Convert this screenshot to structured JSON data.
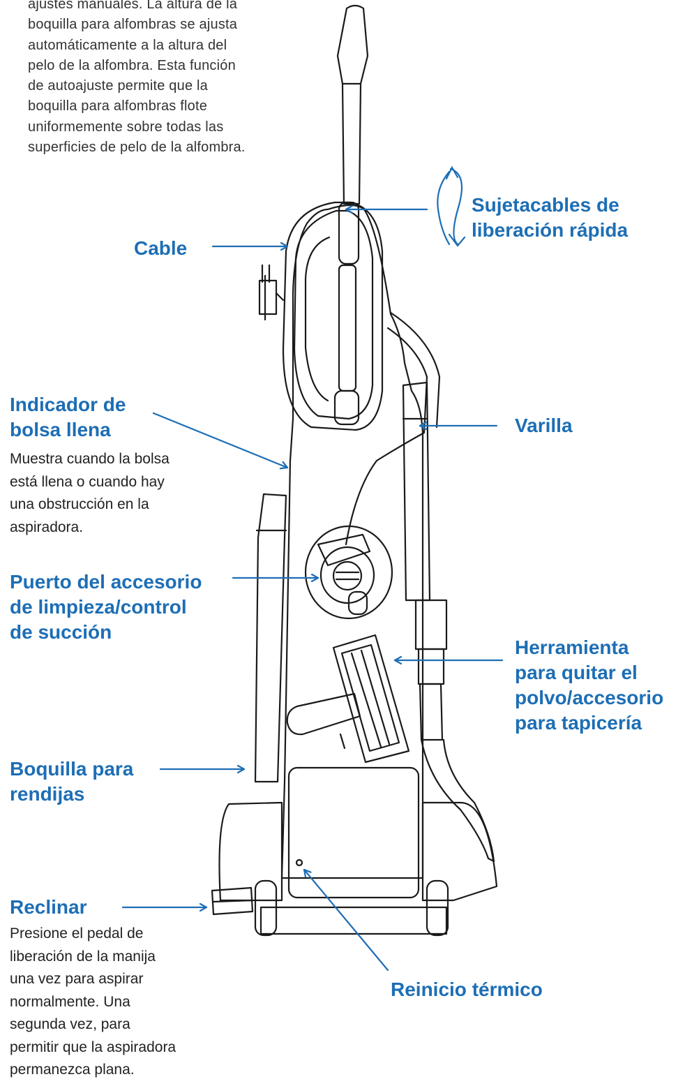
{
  "intro": {
    "lines": [
      "ajustes manuales. La altura de la",
      "boquilla para alfombras se ajusta",
      "automáticamente a la altura del",
      "pelo de la alfombra. Esta función",
      "de autoajuste permite que la",
      "boquilla para alfombras flote",
      "uniformemente sobre todas las",
      "superficies de pelo de la alfombra."
    ]
  },
  "labels": {
    "sujetacables": [
      "Sujetacables de",
      "liberación rápida"
    ],
    "cable": [
      "Cable"
    ],
    "indicador": [
      "Indicador de",
      "bolsa llena"
    ],
    "indicador_desc": [
      "Muestra cuando la bolsa",
      "está llena o cuando hay",
      "una obstrucción en la",
      "aspiradora."
    ],
    "varilla": [
      "Varilla"
    ],
    "puerto": [
      "Puerto del accesorio",
      "de limpieza/control",
      "de succión"
    ],
    "herramienta": [
      "Herramienta",
      "para quitar el",
      "polvo/accesorio",
      "para tapicería"
    ],
    "boquilla": [
      "Boquilla para",
      "rendijas"
    ],
    "reclinar": [
      "Reclinar"
    ],
    "reclinar_desc": [
      "Presione el pedal de",
      "liberación de la manija",
      "una vez para aspirar",
      "normalmente. Una",
      "segunda vez, para",
      "permitir que la aspiradora",
      "permanezca plana."
    ],
    "reinicio": [
      "Reinicio térmico"
    ]
  },
  "colors": {
    "accent": "#1d6eb5",
    "line_art": "#1a1a1a",
    "body_text": "#222222"
  }
}
